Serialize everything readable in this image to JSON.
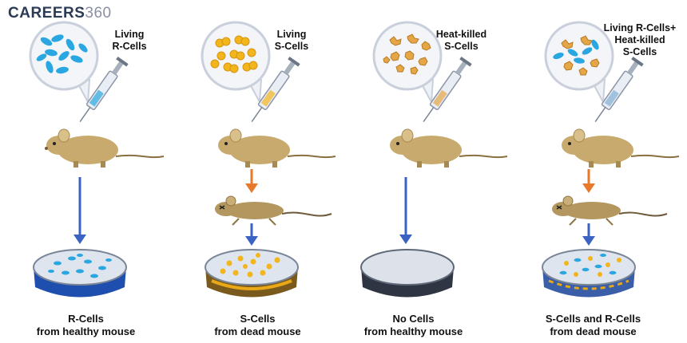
{
  "brand": {
    "logo_main": "CAREERS",
    "logo_num": "360"
  },
  "experiments": [
    {
      "injected": "Living\nR-Cells",
      "result_line1": "R-Cells",
      "result_line2": "from healthy mouse",
      "mouse_outcome": "healthy",
      "cells": "R"
    },
    {
      "injected": "Living\nS-Cells",
      "result_line1": "S-Cells",
      "result_line2": "from dead mouse",
      "mouse_outcome": "dead",
      "cells": "S"
    },
    {
      "injected": "Heat-killed\nS-Cells",
      "result_line1": "No Cells",
      "result_line2": "from healthy mouse",
      "mouse_outcome": "healthy",
      "cells": "heat-killed S"
    },
    {
      "injected": "Living R-Cells+\nHeat-killed\nS-Cells",
      "result_line1": "S-Cells and R-Cells",
      "result_line2": "from dead mouse",
      "mouse_outcome": "dead",
      "cells": "R + heat-killed S"
    }
  ],
  "colors": {
    "r_cell": "#2aa7e0",
    "s_cell": "#f2b51c",
    "heat_killed": "#e5a646",
    "arrow_blue": "#3b63c4",
    "arrow_orange": "#e8782a",
    "mouse": "#c8aa6e"
  }
}
